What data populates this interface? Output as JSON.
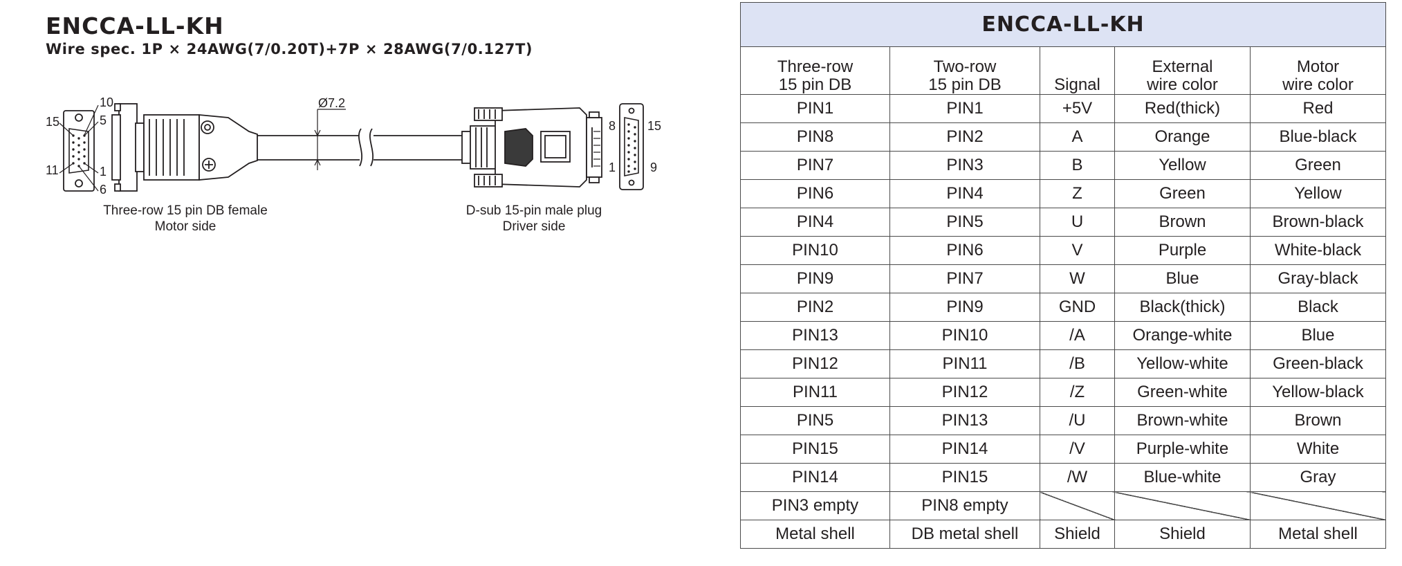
{
  "header": {
    "title": "ENCCA-LL-KH",
    "wire_spec": "Wire spec. 1P × 24AWG(7/0.20T)+7P × 28AWG(7/0.127T)"
  },
  "diagram": {
    "motor_connector": {
      "pin_labels": [
        "10",
        "5",
        "15",
        "11",
        "1",
        "6"
      ],
      "caption_line1": "Three-row 15 pin DB female",
      "caption_line2": "Motor side"
    },
    "cable": {
      "diameter_label": "Ø7.2"
    },
    "driver_connector": {
      "pin_labels": [
        "8",
        "15",
        "1",
        "9"
      ],
      "caption_line1": "D-sub 15-pin male plug",
      "caption_line2": "Driver side"
    }
  },
  "pin_table": {
    "title": "ENCCA-LL-KH",
    "headers": [
      [
        "Three-row",
        "15 pin DB"
      ],
      [
        "Two-row",
        "15 pin DB"
      ],
      [
        "",
        "Signal"
      ],
      [
        "External",
        "wire color"
      ],
      [
        "Motor",
        "wire color"
      ]
    ],
    "rows": [
      [
        "PIN1",
        "PIN1",
        "+5V",
        "Red(thick)",
        "Red"
      ],
      [
        "PIN8",
        "PIN2",
        "A",
        "Orange",
        "Blue-black"
      ],
      [
        "PIN7",
        "PIN3",
        "B",
        "Yellow",
        "Green"
      ],
      [
        "PIN6",
        "PIN4",
        "Z",
        "Green",
        "Yellow"
      ],
      [
        "PIN4",
        "PIN5",
        "U",
        "Brown",
        "Brown-black"
      ],
      [
        "PIN10",
        "PIN6",
        "V",
        "Purple",
        "White-black"
      ],
      [
        "PIN9",
        "PIN7",
        "W",
        "Blue",
        "Gray-black"
      ],
      [
        "PIN2",
        "PIN9",
        "GND",
        "Black(thick)",
        "Black"
      ],
      [
        "PIN13",
        "PIN10",
        "/A",
        "Orange-white",
        "Blue"
      ],
      [
        "PIN12",
        "PIN11",
        "/B",
        "Yellow-white",
        "Green-black"
      ],
      [
        "PIN11",
        "PIN12",
        "/Z",
        "Green-white",
        "Yellow-black"
      ],
      [
        "PIN5",
        "PIN13",
        "/U",
        "Brown-white",
        "Brown"
      ],
      [
        "PIN15",
        "PIN14",
        "/V",
        "Purple-white",
        "White"
      ],
      [
        "PIN14",
        "PIN15",
        "/W",
        "Blue-white",
        "Gray"
      ],
      [
        "PIN3 empty",
        "PIN8 empty",
        "",
        "",
        ""
      ],
      [
        "Metal shell",
        "DB metal shell",
        "Shield",
        "Shield",
        "Metal shell"
      ]
    ]
  },
  "colors": {
    "table_title_bg": "#dde3f4",
    "line": "#231f20"
  }
}
